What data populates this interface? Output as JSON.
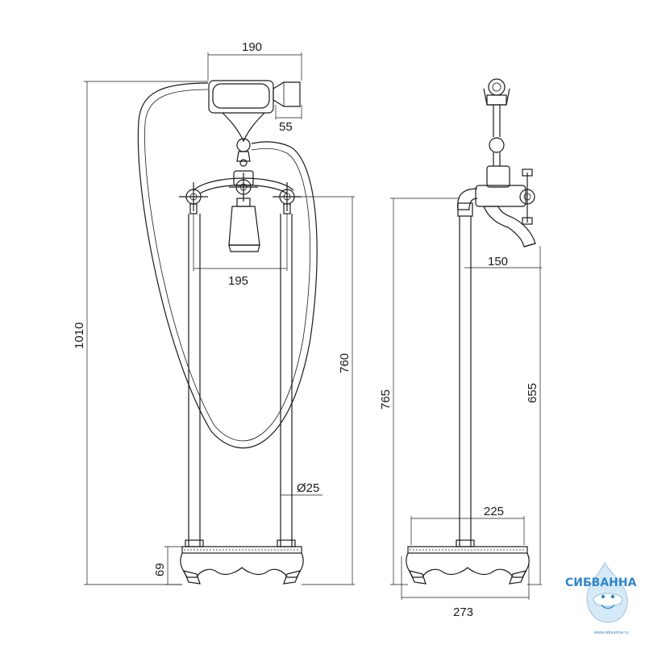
{
  "dimensions": {
    "handshower_width": "190",
    "handshower_depth": "55",
    "valve_spacing": "195",
    "total_height": "1010",
    "handle_height": "760",
    "pipe_diameter": "Ø25",
    "base_height": "69",
    "side_height": "765",
    "spout_height": "655",
    "spout_reach": "150",
    "base_inner_width": "225",
    "base_outer_width": "273"
  },
  "logo": {
    "name": "СИБВАННА",
    "url": "www.sibvanna.ru"
  },
  "colors": {
    "line": "#1a1a1a",
    "logo": "#2f86c8"
  }
}
